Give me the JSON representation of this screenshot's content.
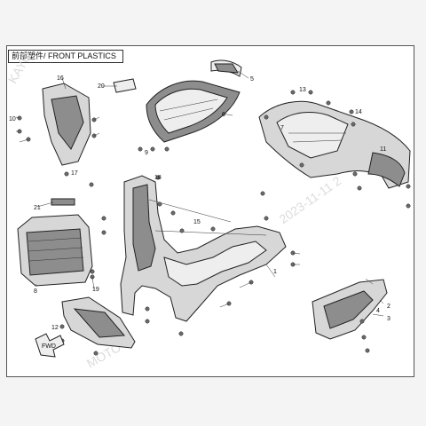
{
  "title": "前部塑件/ FRONT PLASTICS",
  "watermark": "2023-11-11 2",
  "watermark_left": "KAYO",
  "watermark_bottom": "MOTO",
  "callouts": [
    "1",
    "2",
    "3",
    "4",
    "5",
    "6",
    "7",
    "8",
    "9",
    "10",
    "11",
    "12",
    "13",
    "14",
    "15",
    "16",
    "17",
    "18",
    "19",
    "20",
    "21"
  ],
  "fwd_label": "FWD"
}
